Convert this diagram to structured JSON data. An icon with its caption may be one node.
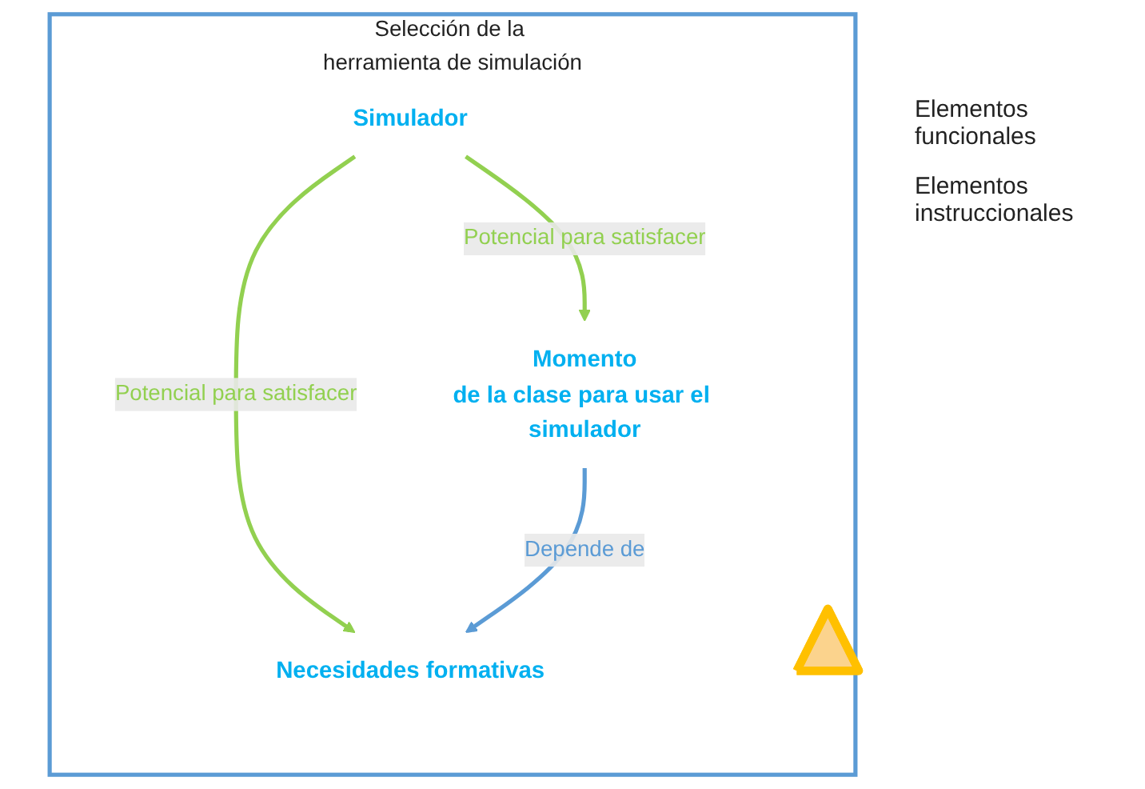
{
  "diagram": {
    "nodes": [
      {
        "text": [
          "Selección de la herramienta de simulación"
        ]
      },
      {
        "text": [
          "Necesidades formativas"
        ],
        "in": 0
      },
      {
        "text": [
          "Simulador"
        ],
        "in": 0
      },
      {
        "text": [
          "Momento",
          "de la clase para usar el simulador"
        ],
        "in": 0
      },
      {
        "text": [],
        "shape": "triangle",
        "in": 0
      }
    ],
    "edges": [
      {
        "from": 2,
        "to": 1,
        "arrow": "to",
        "label": "Potencial para satisfacer"
      },
      {
        "from": 2,
        "to": 3,
        "arrow": "to",
        "label": "Potencial para satisfacer"
      },
      {
        "from": 3,
        "to": 1,
        "arrow": "to",
        "label": "Depende de",
        "color": "#5b9bd5"
      }
    ],
    "labels": [
      "Elementos funcionales",
      "Elementos instruccionales"
    ]
  }
}
